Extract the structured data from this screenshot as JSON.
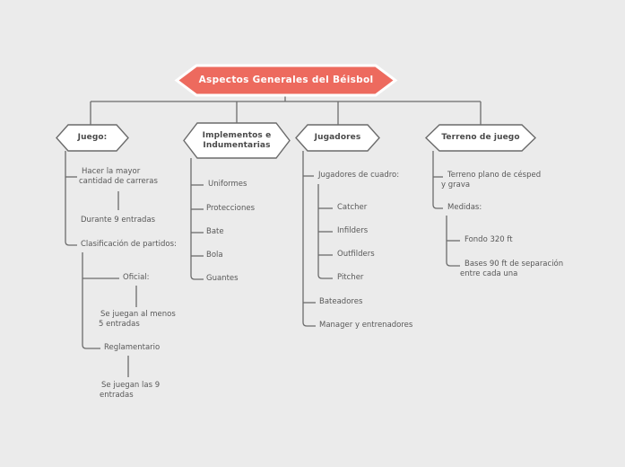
{
  "colors": {
    "background": "#ebebeb",
    "root_fill": "#ed6a5e",
    "root_outline": "#ffffff",
    "root_text": "#ffffff",
    "node_fill": "#ffffff",
    "node_border": "#6b6b6b",
    "node_text": "#4a4a4a",
    "leaf_text": "#585858",
    "connector": "#6b6b6b"
  },
  "root": {
    "label": "Aspectos Generales del Béisbol"
  },
  "juego": {
    "label": "Juego:",
    "objetivo": "Hacer la mayor\ncantidad de carreras",
    "objetivo_detalle": "Durante 9 entradas",
    "clasificacion": "Clasificación de partidos:",
    "oficial": "Oficial:",
    "oficial_detalle": "Se juegan al menos\n5 entradas",
    "reglamentario": "Reglamentario",
    "reglamentario_detalle": "Se juegan las 9\nentradas"
  },
  "implementos": {
    "label": "Implementos e\nIndumentarias",
    "items": [
      "Uniformes",
      "Protecciones",
      "Bate",
      "Bola",
      "Guantes"
    ]
  },
  "jugadores": {
    "label": "Jugadores",
    "cuadro": "Jugadores de cuadro:",
    "cuadro_items": [
      "Catcher",
      "Infilders",
      "Outfilders",
      "Pitcher"
    ],
    "bateadores": "Bateadores",
    "manager": "Manager y entrenadores"
  },
  "terreno": {
    "label": "Terreno de juego",
    "superficie": "Terreno plano de césped\ny grava",
    "medidas": "Medidas:",
    "medidas_items": [
      "Fondo 320 ft",
      "Bases 90 ft de separación\nentre cada una"
    ]
  }
}
